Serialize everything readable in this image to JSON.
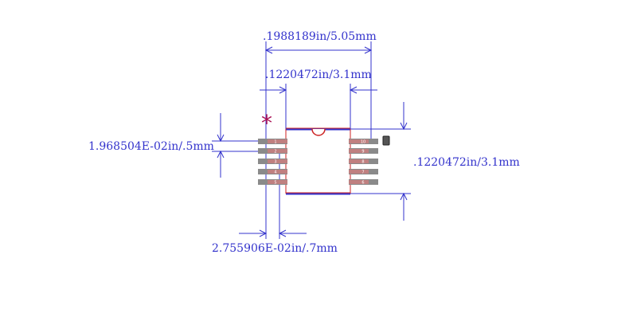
{
  "dimensions": {
    "overall_width": ".1988189in/5.05mm",
    "body_width": ".1220472in/3.1mm",
    "body_height": ".1220472in/3.1mm",
    "pin_pitch": "1.968504E-02in/.5mm",
    "pad_length": "2.755906E-02in/.7mm"
  },
  "pin1_marker": "*",
  "pins": {
    "left": [
      "1",
      "2",
      "3",
      "4",
      "5"
    ],
    "right": [
      "10",
      "9",
      "8",
      "7",
      "6"
    ]
  },
  "colors": {
    "dimension": "#3333cc",
    "pad": "#8a8a8a",
    "pad_inner": "#c08080",
    "outline": "#cc2222",
    "body": "#3333cc",
    "marker": "#aa1155"
  }
}
